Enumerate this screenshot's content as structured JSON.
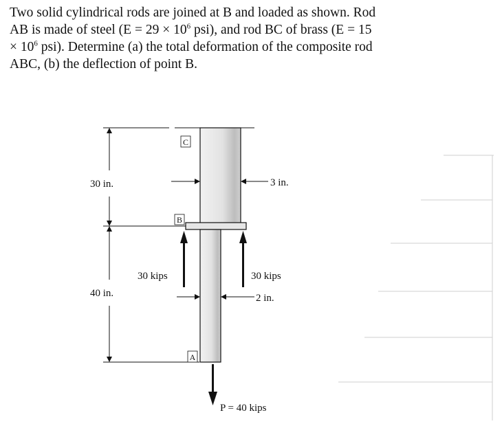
{
  "problem": {
    "line1": "Two solid cylindrical rods are joined at B and loaded as shown. Rod",
    "line2": "AB is made of steel (E = 29 × 10",
    "line2_exp": "6",
    "line2_end": " psi), and rod BC of brass (E = 15",
    "line3": "× 10",
    "line3_exp": "6",
    "line3_end": " psi). Determine (a) the total deformation of the composite rod",
    "line4": "ABC, (b) the deflection of point B."
  },
  "figure": {
    "dim_upper": "30 in.",
    "dim_lower": "40 in.",
    "diameter_upper": "3 in.",
    "diameter_lower": "2 in.",
    "point_c": "C",
    "point_b": "B",
    "point_a": "A",
    "load_left": "30 kips",
    "load_right": "30 kips",
    "load_p": "P = 40 kips"
  }
}
